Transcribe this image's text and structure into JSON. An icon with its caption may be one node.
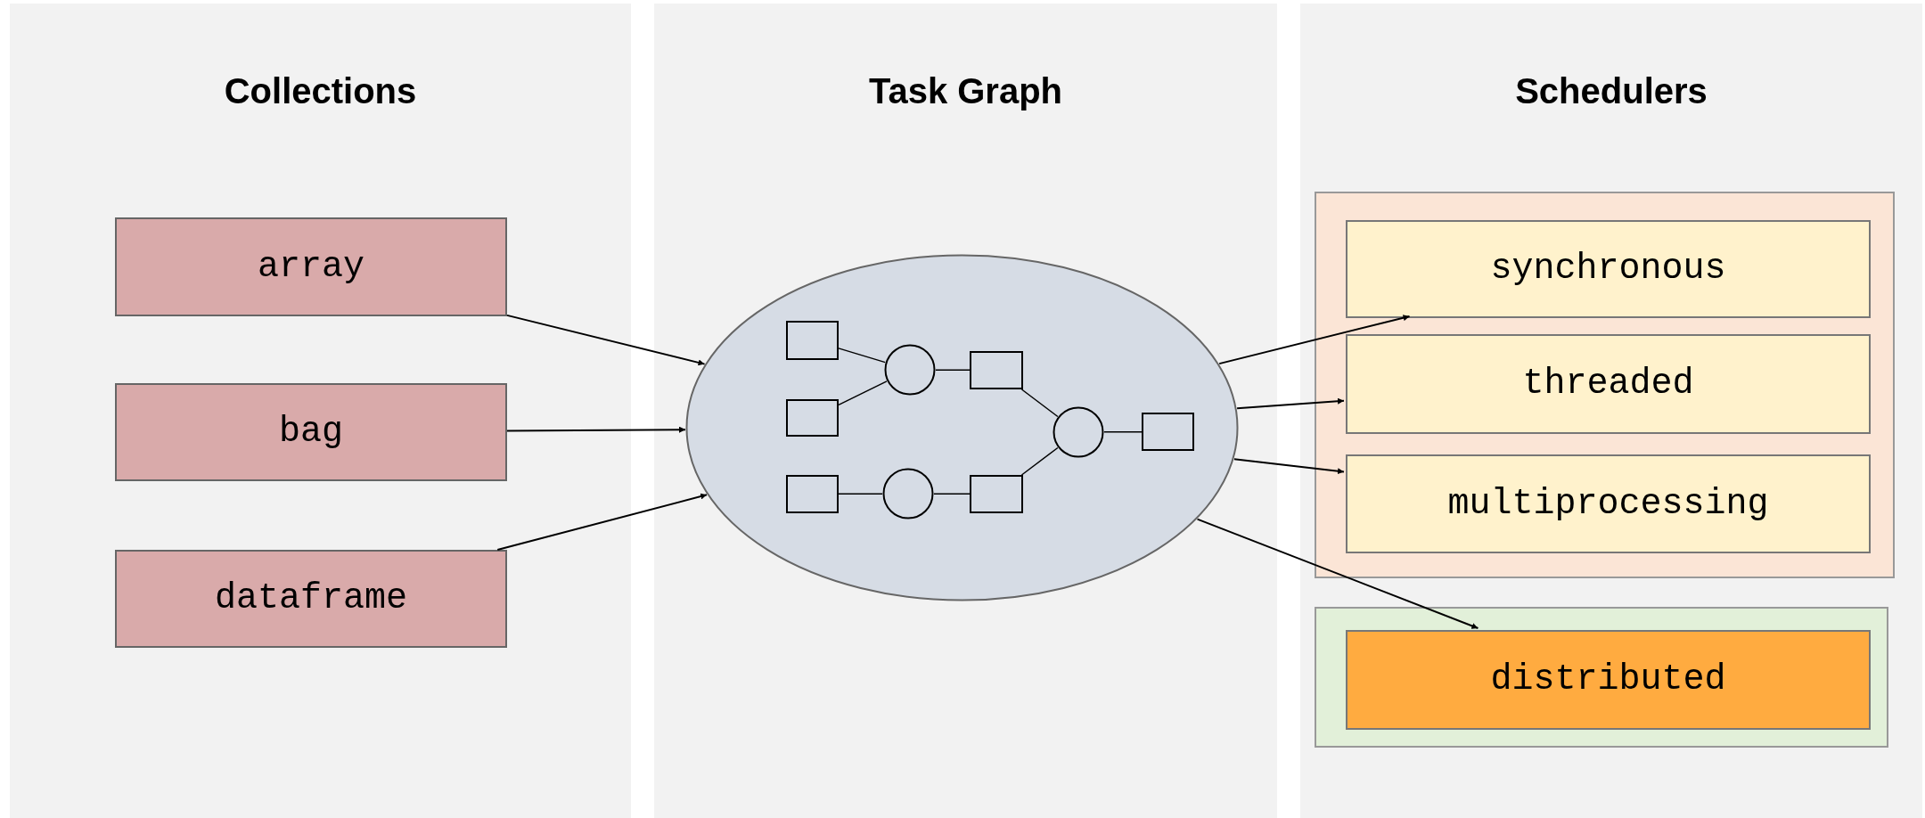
{
  "diagram": {
    "nodes": [
      {
        "text": [
          "Collections"
        ]
      },
      {
        "text": [
          "array"
        ],
        "in": 0
      },
      {
        "text": [
          "bag"
        ],
        "in": 0
      },
      {
        "text": [
          "dataframe"
        ],
        "in": 0
      },
      {
        "text": [
          "Task Graph"
        ]
      },
      {
        "text": [],
        "shape": "ellipse",
        "in": 4
      },
      {
        "text": [],
        "shape": "box",
        "in": 5
      },
      {
        "text": [],
        "shape": "box",
        "in": 5
      },
      {
        "text": [],
        "shape": "box",
        "in": 5
      },
      {
        "text": [],
        "shape": "circle",
        "in": 5
      },
      {
        "text": [],
        "shape": "circle",
        "in": 5
      },
      {
        "text": [],
        "shape": "box",
        "in": 5
      },
      {
        "text": [],
        "shape": "box",
        "in": 5
      },
      {
        "text": [],
        "shape": "circle",
        "in": 5
      },
      {
        "text": [],
        "shape": "box",
        "in": 5
      },
      {
        "text": [
          "Schedulers"
        ]
      },
      {
        "text": [],
        "shape": "box",
        "in": 15
      },
      {
        "text": [
          "synchronous"
        ],
        "in": 16
      },
      {
        "text": [
          "threaded"
        ],
        "in": 16
      },
      {
        "text": [
          "multiprocessing"
        ],
        "in": 16
      },
      {
        "text": [],
        "shape": "box",
        "in": 15
      },
      {
        "text": [
          "distributed"
        ],
        "in": 20
      }
    ],
    "edges": [
      {
        "from": 1,
        "to": 5,
        "arrow": "to"
      },
      {
        "from": 2,
        "to": 5,
        "arrow": "to"
      },
      {
        "from": 3,
        "to": 5,
        "arrow": "to"
      },
      {
        "from": 5,
        "to": 17,
        "arrow": "to"
      },
      {
        "from": 5,
        "to": 18,
        "arrow": "to"
      },
      {
        "from": 5,
        "to": 19,
        "arrow": "to"
      },
      {
        "from": 5,
        "to": 21,
        "arrow": "to"
      },
      {
        "from": 6,
        "to": 9,
        "arrow": "none"
      },
      {
        "from": 7,
        "to": 9,
        "arrow": "none"
      },
      {
        "from": 9,
        "to": 11,
        "arrow": "none"
      },
      {
        "from": 11,
        "to": 13,
        "arrow": "none"
      },
      {
        "from": 8,
        "to": 10,
        "arrow": "none"
      },
      {
        "from": 10,
        "to": 12,
        "arrow": "none"
      },
      {
        "from": 12,
        "to": 13,
        "arrow": "none"
      },
      {
        "from": 13,
        "to": 14,
        "arrow": "none"
      }
    ]
  }
}
